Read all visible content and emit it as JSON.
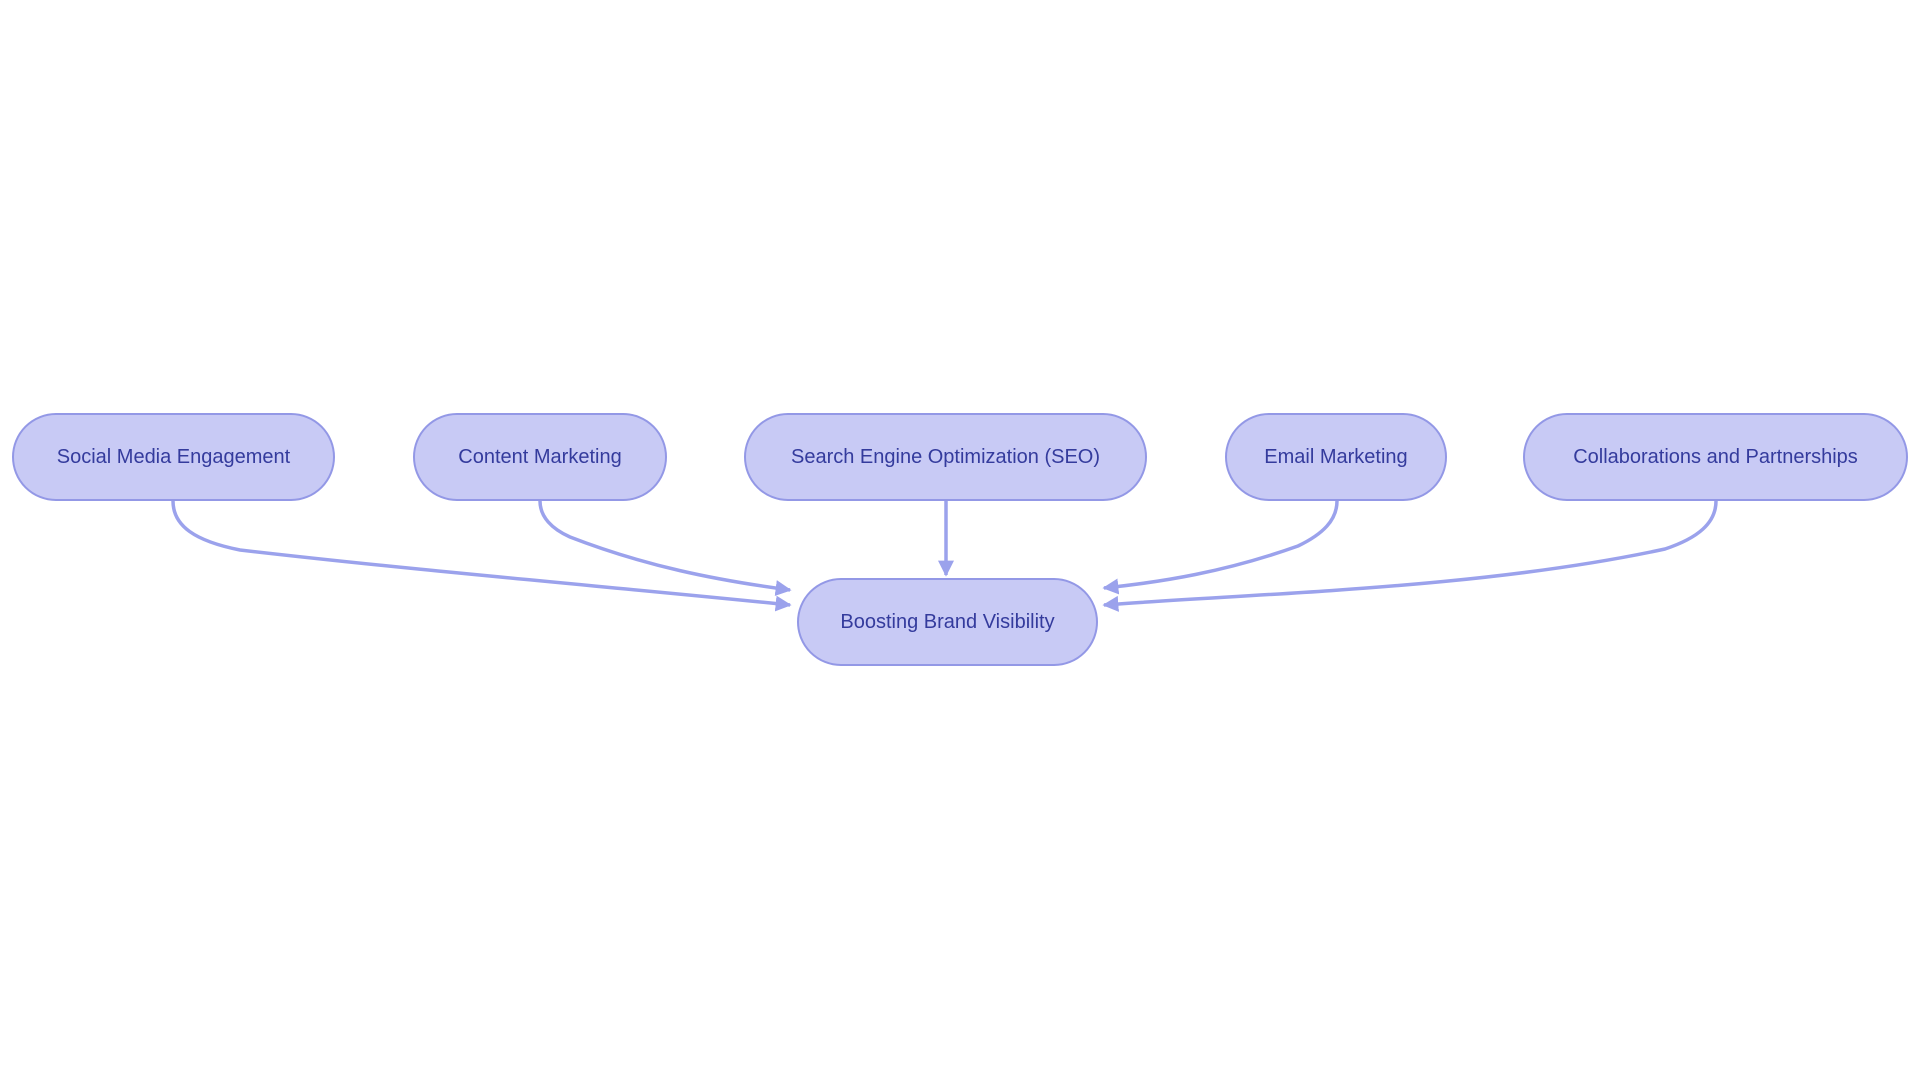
{
  "diagram": {
    "type": "flowchart",
    "background_color": "#ffffff",
    "colors": {
      "node_fill": "#c8caf5",
      "node_border": "#9398e6",
      "node_text": "#343b9d",
      "edge": "#9ba2ec"
    },
    "nodes": [
      {
        "id": "social",
        "label": "Social Media Engagement"
      },
      {
        "id": "content",
        "label": "Content Marketing"
      },
      {
        "id": "seo",
        "label": "Search Engine Optimization (SEO)"
      },
      {
        "id": "email",
        "label": "Email Marketing"
      },
      {
        "id": "collab",
        "label": "Collaborations and Partnerships"
      },
      {
        "id": "center",
        "label": "Boosting Brand Visibility"
      }
    ],
    "edges": [
      {
        "from": "Social Media Engagement",
        "to": "Boosting Brand Visibility"
      },
      {
        "from": "Content Marketing",
        "to": "Boosting Brand Visibility"
      },
      {
        "from": "Search Engine Optimization (SEO)",
        "to": "Boosting Brand Visibility"
      },
      {
        "from": "Email Marketing",
        "to": "Boosting Brand Visibility"
      },
      {
        "from": "Collaborations and Partnerships",
        "to": "Boosting Brand Visibility"
      }
    ]
  }
}
